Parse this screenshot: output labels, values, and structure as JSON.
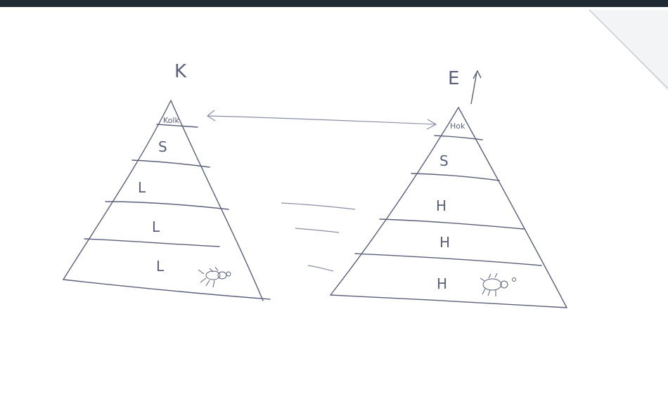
{
  "left_pyramid": {
    "title": "K",
    "levels": [
      "Kolk",
      "S",
      "L",
      "L",
      "L"
    ]
  },
  "right_pyramid": {
    "title": "E",
    "levels": [
      "Hok",
      "S",
      "H",
      "H",
      "H"
    ]
  },
  "colors": {
    "ink": "#5a5f7a",
    "pencil": "#8a8fa6",
    "paper": "#ffffff",
    "top_bar": "#1f2a33"
  }
}
